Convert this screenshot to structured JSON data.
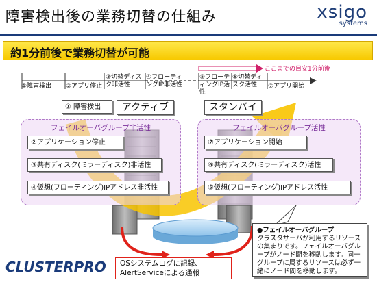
{
  "header": {
    "title": "障害検出後の業務切替の仕組み",
    "logo_main": "xsigo",
    "logo_sub": "systems"
  },
  "banner": {
    "text": "約1分前後で業務切替が可能"
  },
  "timeline": {
    "range_label": "ここまでの目安1分前後",
    "labels": [
      "①障害検出",
      "②アプリ停止",
      "③切替ディスク非活性",
      "④フローティングIP非活性",
      "⑤フローティングIP活性",
      "⑥切替ディスク活性",
      "⑦アプリ開始"
    ]
  },
  "active_side": {
    "role": "アクティブ",
    "detect": "① 障害検出",
    "group_title": "フェイルオーバグループ非活性",
    "steps": [
      "②アプリケーション停止",
      "③共有ディスク(ミラーディスク)非活性",
      "④仮想(フローティング)IPアドレス非活性"
    ]
  },
  "standby_side": {
    "role": "スタンバイ",
    "group_title": "フェイルオーバグループ活性",
    "steps": [
      "⑦アプリケーション開始",
      "⑥共有ディスク(ミラーディスク)活性",
      "⑤仮想(フローティング)IPアドレス活性"
    ]
  },
  "note": {
    "title": "●フェイルオーバグループ",
    "body": "クラスタサーバが利用するリソースの集まりです。フェイルオーバグループがノード間を移動します。同一グループに属するリソースは必ず一緒にノード間を移動します。"
  },
  "log_box": {
    "line1": "OSシステムログに記録、",
    "line2": "AlertServiceによる通報"
  },
  "footer_logo": "CLUSTERPRO",
  "colors": {
    "accent_navy": "#1a3b7a",
    "banner_yellow": "#f7c900",
    "panel_purple": "#b079c8",
    "arrow_red": "#e0221a",
    "arrow_yellow": "#f8c400"
  }
}
